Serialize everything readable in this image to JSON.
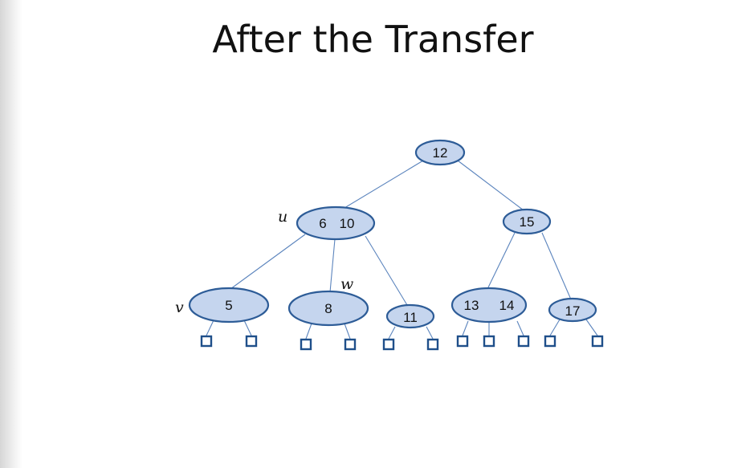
{
  "title": "After the Transfer",
  "nodes": {
    "root": {
      "keys": [
        "12"
      ]
    },
    "u": {
      "keys": [
        "6",
        "10"
      ]
    },
    "right": {
      "keys": [
        "15"
      ]
    },
    "v": {
      "keys": [
        "5"
      ]
    },
    "w": {
      "keys": [
        "8"
      ]
    },
    "n11": {
      "keys": [
        "11"
      ]
    },
    "n13": {
      "keys": [
        "13",
        "14"
      ]
    },
    "n17": {
      "keys": [
        "17"
      ]
    }
  },
  "labels": {
    "u": "u",
    "w": "w",
    "v": "v"
  },
  "colors": {
    "node_fill": "#c5d5ee",
    "node_stroke": "#2d5c97",
    "edge": "#5b84bd",
    "leaf_stroke": "#1f4f8a"
  }
}
